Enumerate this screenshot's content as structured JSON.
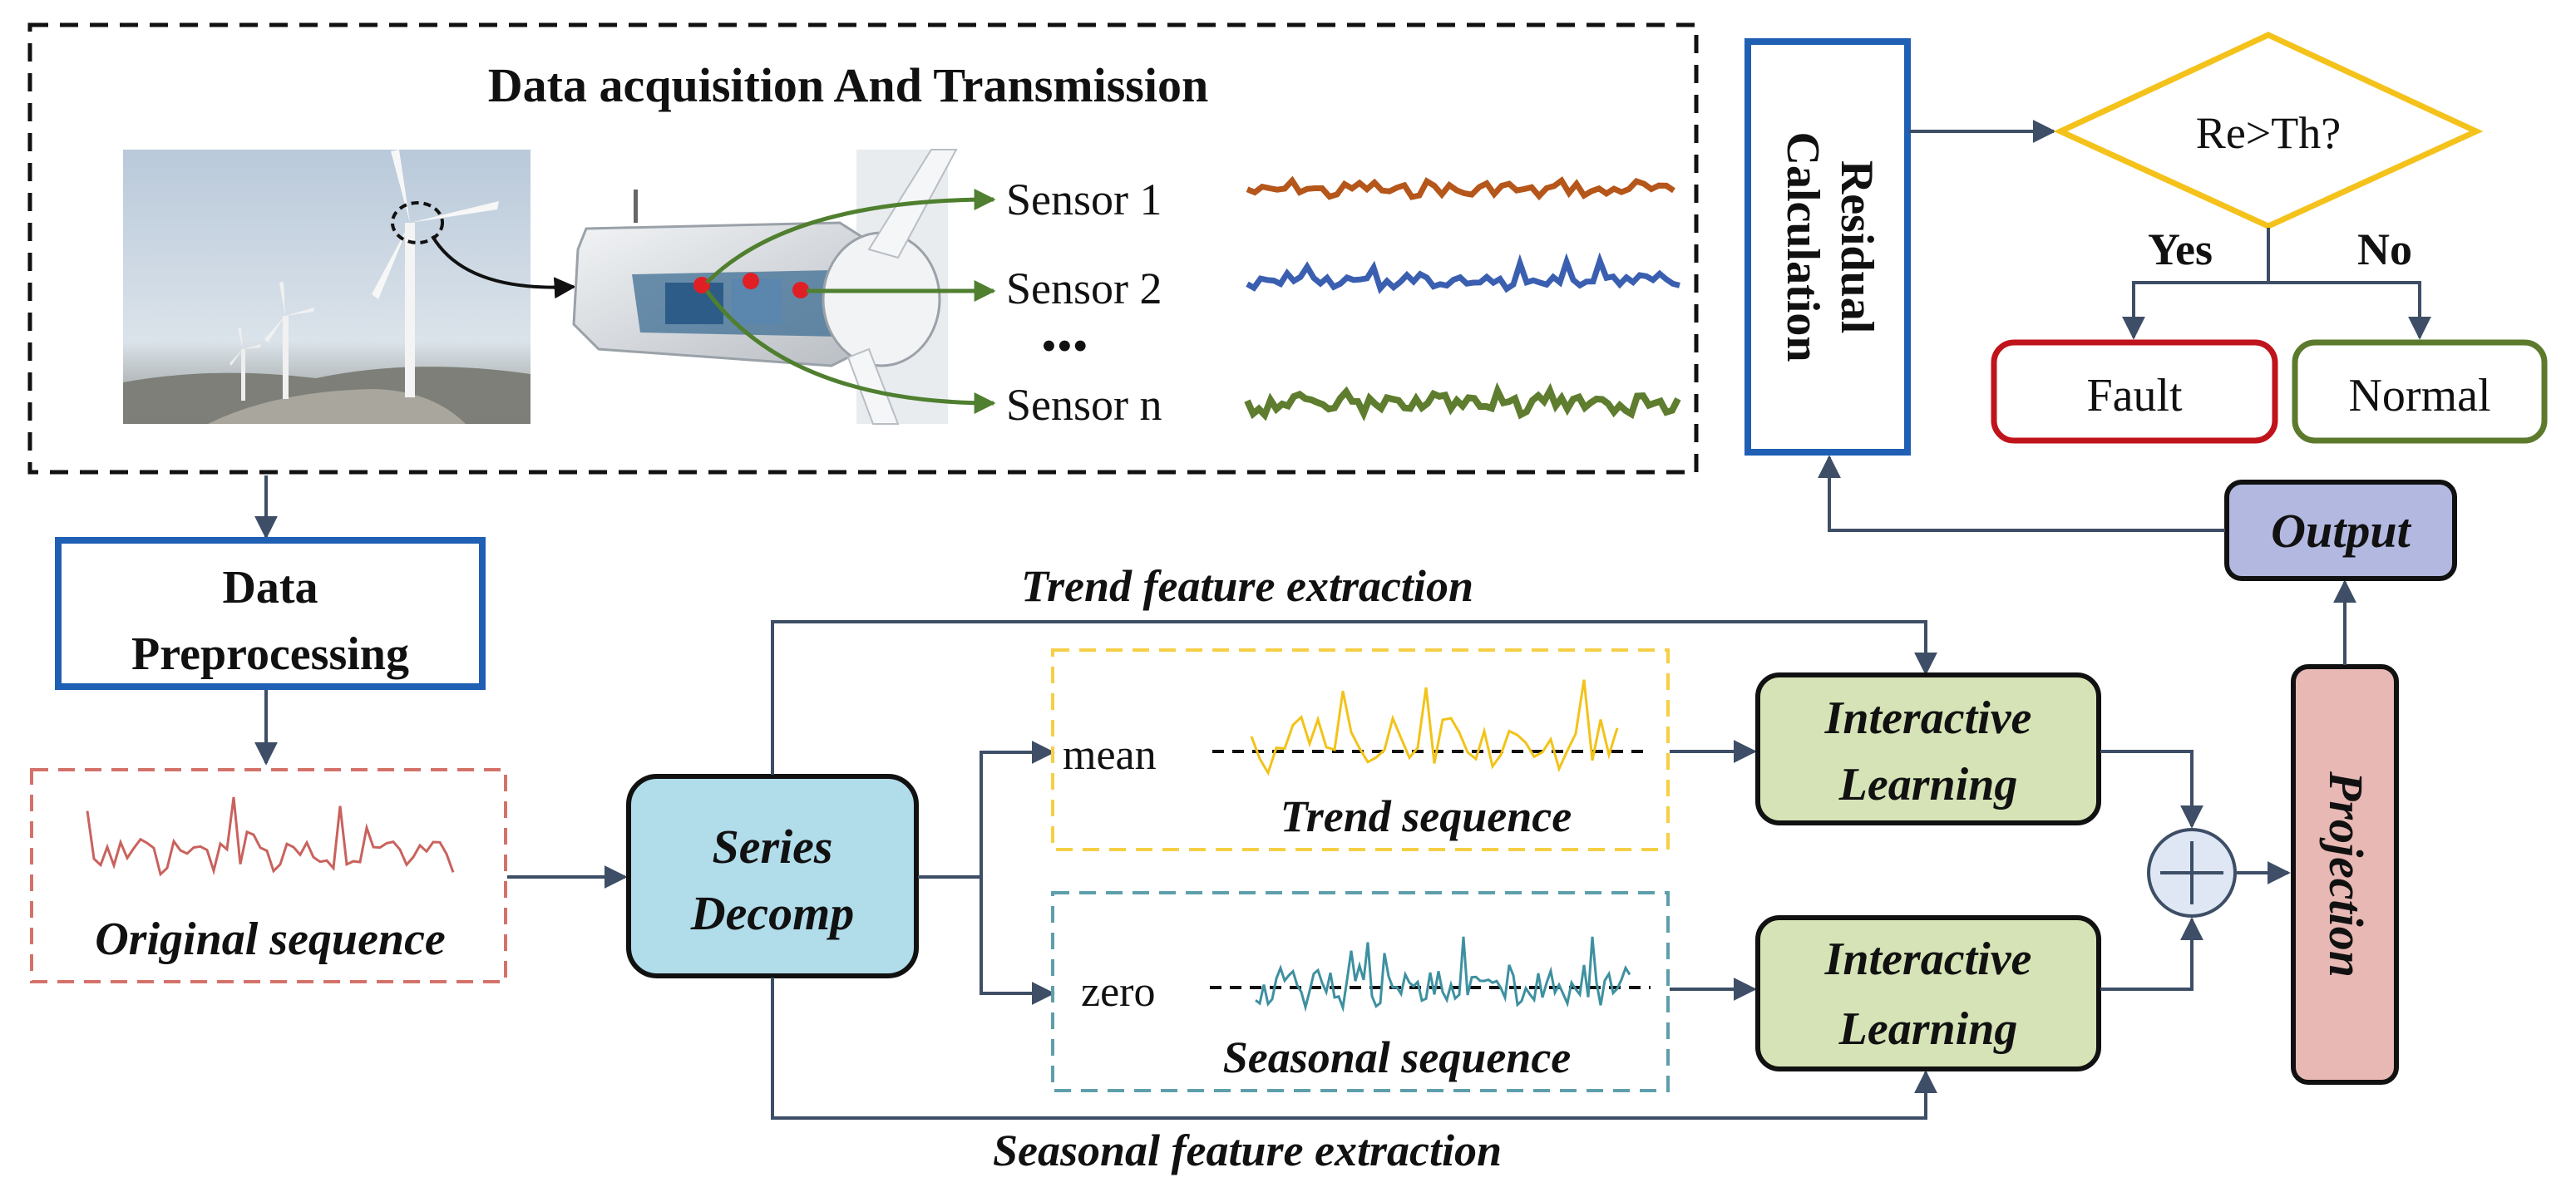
{
  "acquisition": {
    "title": "Data acquisition And Transmission",
    "sensors": [
      "Sensor 1",
      "Sensor 2",
      "Sensor n"
    ],
    "ellipsis": "•••",
    "sensor_colors": [
      "#b5561a",
      "#3b5fb0",
      "#5e7d2e"
    ]
  },
  "preprocessing": {
    "line1": "Data",
    "line2": "Preprocessing"
  },
  "original": {
    "label": "Original sequence"
  },
  "decomp": {
    "line1": "Series",
    "line2": "Decomp"
  },
  "trend": {
    "feature_label": "Trend feature extraction",
    "baseline_label": "mean",
    "sequence_label": "Trend sequence"
  },
  "seasonal": {
    "feature_label": "Seasonal feature extraction",
    "baseline_label": "zero",
    "sequence_label": "Seasonal sequence"
  },
  "interactive": {
    "line1": "Interactive",
    "line2": "Learning"
  },
  "projection": {
    "label": "Projection"
  },
  "output": {
    "label": "Output"
  },
  "residual": {
    "line1": "Residual",
    "line2": "Calculation"
  },
  "decision": {
    "question": "Re>Th?",
    "yes": "Yes",
    "no": "No",
    "fault": "Fault",
    "normal": "Normal"
  },
  "colors": {
    "blue_border": "#1f5fb4",
    "decomp_fill": "#b1dcea",
    "interactive_fill": "#d5e3b6",
    "projection_fill": "#e8b8b4",
    "output_fill": "#b3b8e0",
    "decision_stroke": "#f4c21a",
    "fault_stroke": "#c0141c",
    "normal_stroke": "#5c7a2c",
    "trend_dashed": "#f5cf45",
    "seasonal_dashed": "#5d9fab",
    "original_dashed": "#d3726a"
  },
  "icons": [
    "wind-turbine-photo",
    "nacelle-cutaway-illustration",
    "plus-circle-icon"
  ]
}
